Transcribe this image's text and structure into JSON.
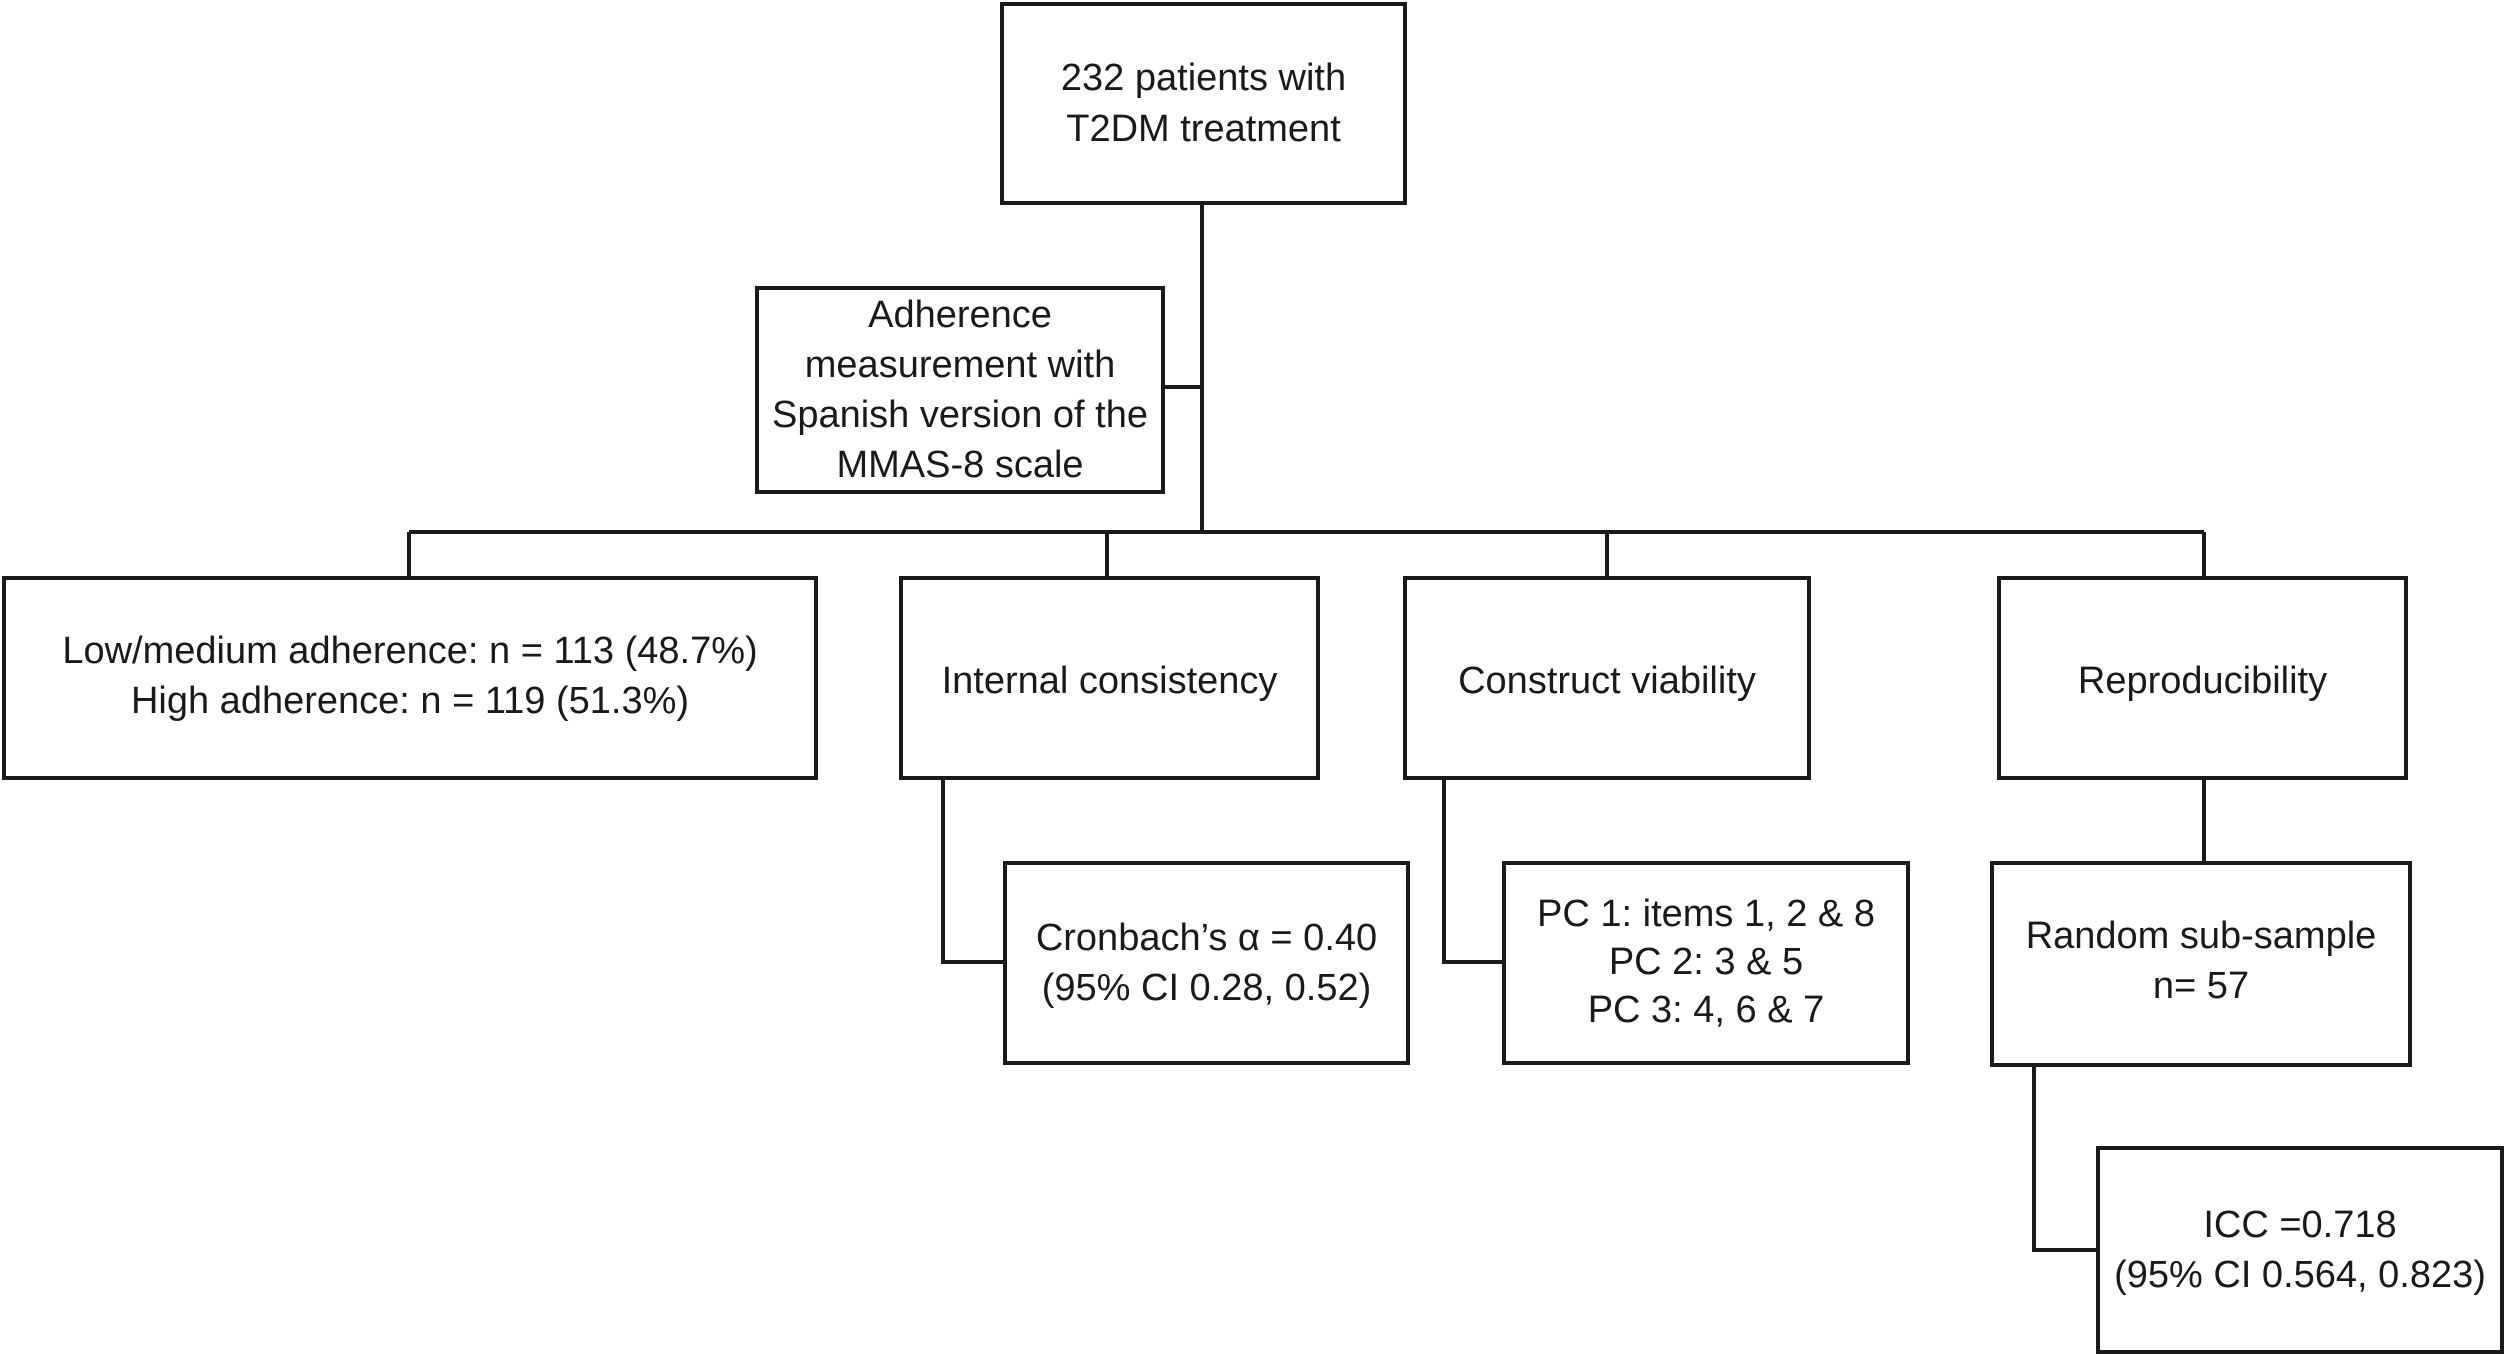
{
  "colors": {
    "line": "#1a1a1a",
    "background": "#ffffff"
  },
  "nodes": {
    "root": {
      "lines": [
        "232  patients with",
        "T2DM treatment"
      ]
    },
    "measurement": {
      "lines": [
        "Adherence",
        "measurement with",
        "Spanish version of the",
        "MMAS-8 scale"
      ]
    },
    "adherence": {
      "lines": [
        "Low/medium adherence: n = 113 (48.7%)",
        "High adherence: n = 119 (51.3%)"
      ]
    },
    "internal_consistency": {
      "lines": [
        "Internal consistency"
      ]
    },
    "construct_viability": {
      "lines": [
        "Construct viability"
      ]
    },
    "reproducibility": {
      "lines": [
        "Reproducibility"
      ]
    },
    "cronbach": {
      "lines": [
        "Cronbach’s α = 0.40",
        "(95% CI 0.28, 0.52)"
      ]
    },
    "pc": {
      "lines": [
        "PC 1: items 1, 2 & 8",
        "PC 2: 3 & 5",
        "PC 3: 4, 6 & 7"
      ]
    },
    "subsample": {
      "lines": [
        "Random sub-sample",
        "n= 57"
      ]
    },
    "icc": {
      "lines": [
        "ICC =0.718",
        "(95% CI 0.564, 0.823)"
      ]
    }
  }
}
